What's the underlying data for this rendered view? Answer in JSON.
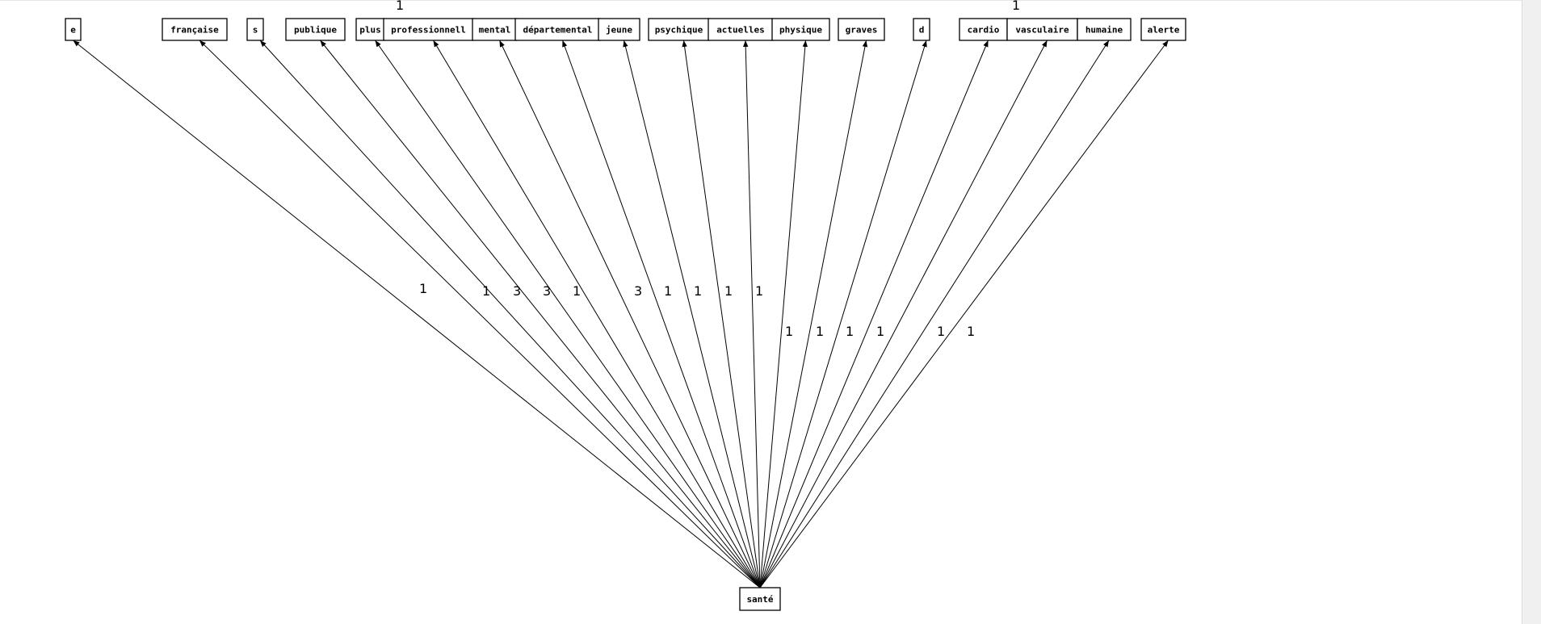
{
  "diagram": {
    "target": {
      "id": "sante",
      "label": "santé"
    },
    "sources": [
      {
        "id": "e",
        "label": "e",
        "weight": "1"
      },
      {
        "id": "francaise",
        "label": "française",
        "weight": "1"
      },
      {
        "id": "s",
        "label": "s",
        "weight": "3"
      },
      {
        "id": "publique",
        "label": "publique",
        "weight": "3"
      },
      {
        "id": "plus",
        "label": "plus",
        "weight": "1"
      },
      {
        "id": "professionnell",
        "label": "professionnell",
        "weight": "1"
      },
      {
        "id": "mental",
        "label": "mental",
        "weight": "3"
      },
      {
        "id": "departemental",
        "label": "départemental",
        "weight": "1"
      },
      {
        "id": "jeune",
        "label": "jeune",
        "weight": "1"
      },
      {
        "id": "psychique",
        "label": "psychique",
        "weight": "1"
      },
      {
        "id": "actuelles",
        "label": "actuelles",
        "weight": "1"
      },
      {
        "id": "physique",
        "label": "physique",
        "weight": "1"
      },
      {
        "id": "graves",
        "label": "graves",
        "weight": "1"
      },
      {
        "id": "d",
        "label": "d",
        "weight": "1"
      },
      {
        "id": "cardio",
        "label": "cardio",
        "weight": "1"
      },
      {
        "id": "vasculaire",
        "label": "vasculaire",
        "weight": "1"
      },
      {
        "id": "humaine",
        "label": "humaine",
        "weight": "1"
      },
      {
        "id": "alerte",
        "label": "alerte",
        "weight": "1"
      }
    ]
  }
}
